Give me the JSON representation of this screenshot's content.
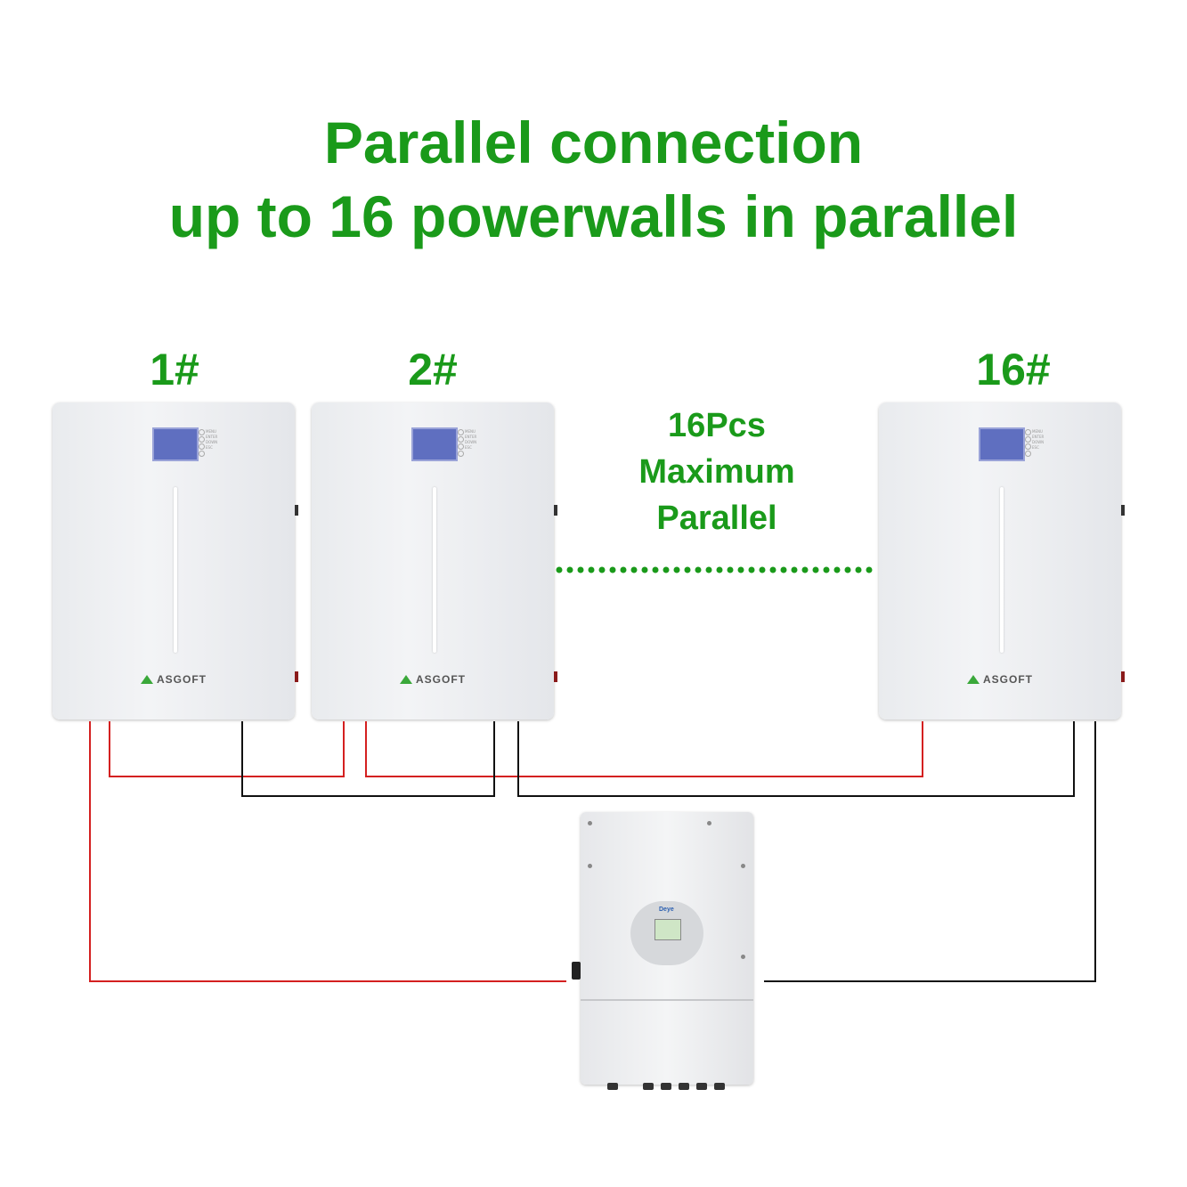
{
  "title": {
    "line1": "Parallel connection",
    "line2": "up to 16 powerwalls in parallel"
  },
  "units": [
    {
      "label": "1#",
      "brand": "ASGOFT"
    },
    {
      "label": "2#",
      "brand": "ASGOFT"
    },
    {
      "label": "16#",
      "brand": "ASGOFT"
    }
  ],
  "note": {
    "line1": "16Pcs",
    "line2": "Maximum",
    "line3": "Parallel"
  },
  "battery_buttons": [
    "MENU",
    "ENTER",
    "DOWN",
    "ESC"
  ],
  "inverter": {
    "brand": "Deye"
  },
  "colors": {
    "text_green": "#1a9a1a",
    "positive_wire": "#d42020",
    "negative_wire": "#111111",
    "dotted_link": "#1a9a1a"
  }
}
